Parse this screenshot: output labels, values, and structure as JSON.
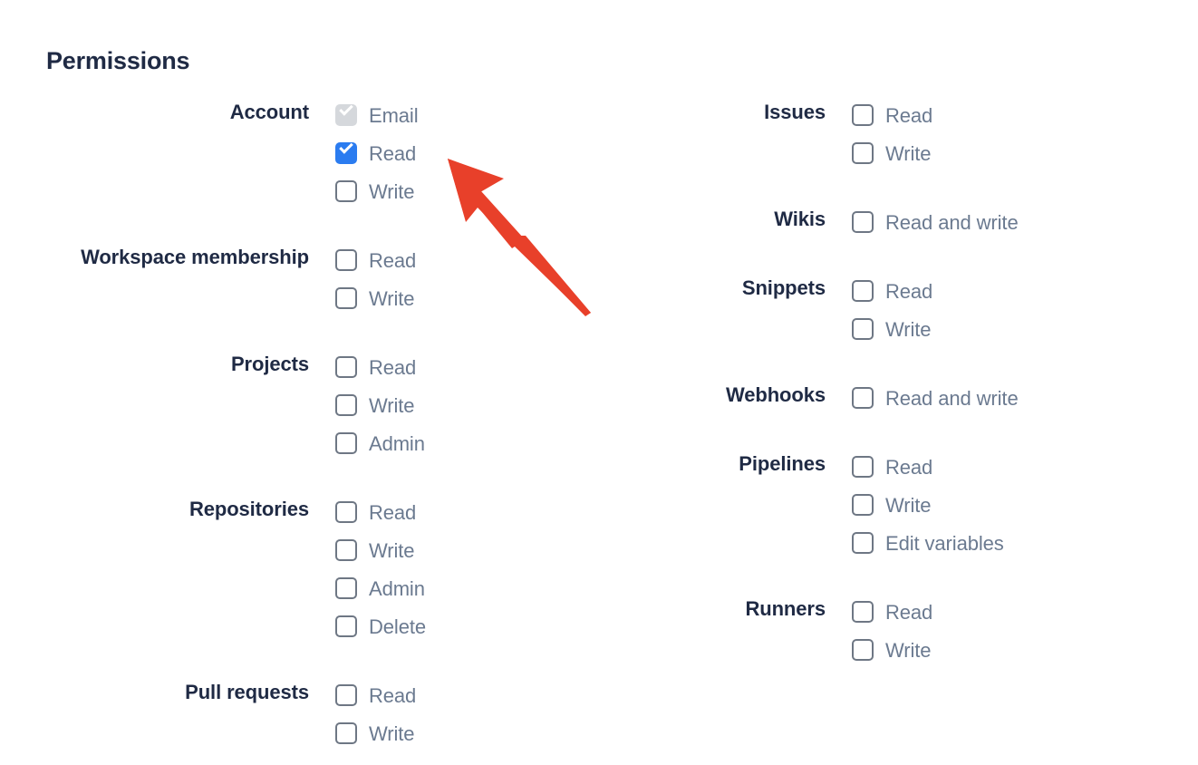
{
  "page": {
    "title": "Permissions"
  },
  "colors": {
    "heading": "#1f2a44",
    "group_label": "#1f2a44",
    "option_label": "#6b7a90",
    "checkbox_border": "#6e7784",
    "checkbox_checked": "#2b7cf0",
    "checkbox_disabled": "#d5d8dc",
    "annotation_arrow": "#e8402a",
    "background": "#ffffff"
  },
  "annotation": {
    "arrow_name": "red-arrow-pointer",
    "points_at": "Account / Read checkbox",
    "color": "#e8402a"
  },
  "columns": [
    {
      "id": "left",
      "groups": [
        {
          "label": "Account",
          "options": [
            {
              "label": "Email",
              "checked": true,
              "disabled": true
            },
            {
              "label": "Read",
              "checked": true,
              "disabled": false
            },
            {
              "label": "Write",
              "checked": false,
              "disabled": false
            }
          ]
        },
        {
          "label": "Workspace membership",
          "options": [
            {
              "label": "Read",
              "checked": false,
              "disabled": false
            },
            {
              "label": "Write",
              "checked": false,
              "disabled": false
            }
          ]
        },
        {
          "label": "Projects",
          "options": [
            {
              "label": "Read",
              "checked": false,
              "disabled": false
            },
            {
              "label": "Write",
              "checked": false,
              "disabled": false
            },
            {
              "label": "Admin",
              "checked": false,
              "disabled": false
            }
          ]
        },
        {
          "label": "Repositories",
          "options": [
            {
              "label": "Read",
              "checked": false,
              "disabled": false
            },
            {
              "label": "Write",
              "checked": false,
              "disabled": false
            },
            {
              "label": "Admin",
              "checked": false,
              "disabled": false
            },
            {
              "label": "Delete",
              "checked": false,
              "disabled": false
            }
          ]
        },
        {
          "label": "Pull requests",
          "options": [
            {
              "label": "Read",
              "checked": false,
              "disabled": false
            },
            {
              "label": "Write",
              "checked": false,
              "disabled": false
            }
          ]
        }
      ]
    },
    {
      "id": "right",
      "groups": [
        {
          "label": "Issues",
          "options": [
            {
              "label": "Read",
              "checked": false,
              "disabled": false
            },
            {
              "label": "Write",
              "checked": false,
              "disabled": false
            }
          ]
        },
        {
          "label": "Wikis",
          "options": [
            {
              "label": "Read and write",
              "checked": false,
              "disabled": false
            }
          ]
        },
        {
          "label": "Snippets",
          "options": [
            {
              "label": "Read",
              "checked": false,
              "disabled": false
            },
            {
              "label": "Write",
              "checked": false,
              "disabled": false
            }
          ]
        },
        {
          "label": "Webhooks",
          "options": [
            {
              "label": "Read and write",
              "checked": false,
              "disabled": false
            }
          ]
        },
        {
          "label": "Pipelines",
          "options": [
            {
              "label": "Read",
              "checked": false,
              "disabled": false
            },
            {
              "label": "Write",
              "checked": false,
              "disabled": false
            },
            {
              "label": "Edit variables",
              "checked": false,
              "disabled": false
            }
          ]
        },
        {
          "label": "Runners",
          "options": [
            {
              "label": "Read",
              "checked": false,
              "disabled": false
            },
            {
              "label": "Write",
              "checked": false,
              "disabled": false
            }
          ]
        }
      ]
    }
  ]
}
